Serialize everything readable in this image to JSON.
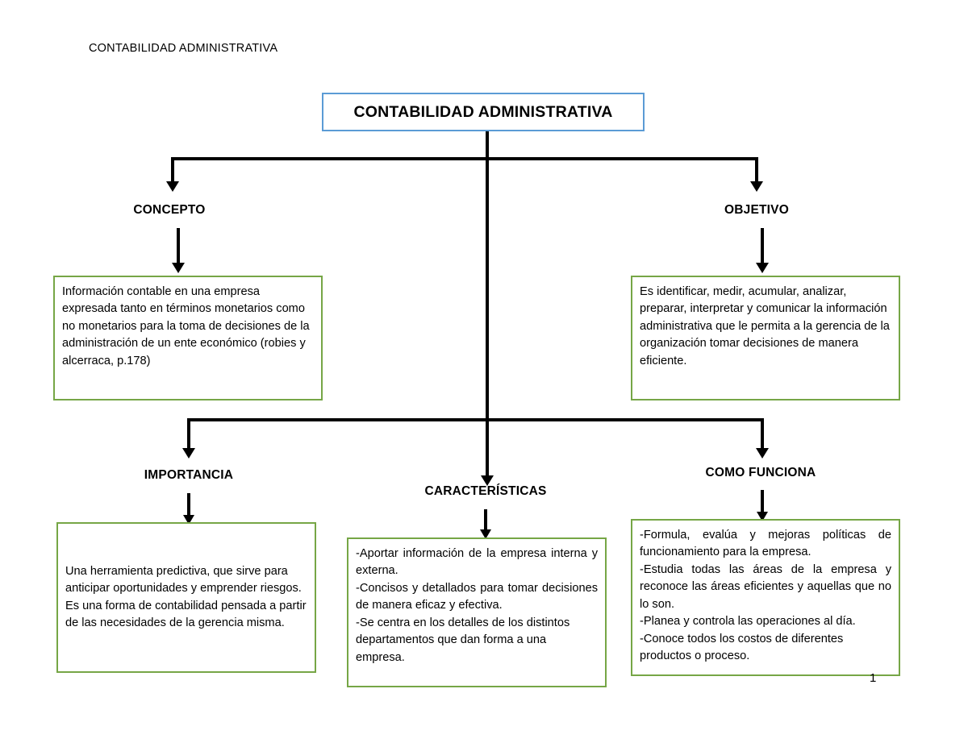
{
  "document": {
    "running_header": "CONTABILIDAD ADMINISTRATIVA",
    "page_number": "1"
  },
  "colors": {
    "root_border": "#5B9BD5",
    "box_border": "#76A646",
    "connector": "#000000",
    "background": "#FFFFFF",
    "text": "#000000"
  },
  "diagram": {
    "type": "concept-map",
    "root": {
      "label": "CONTABILIDAD ADMINISTRATIVA"
    },
    "branches": [
      {
        "key": "concepto",
        "label": "CONCEPTO",
        "body": "Información contable en una empresa expresada tanto en términos monetarios como no monetarios para la toma de decisiones de la administración de un ente económico (robies y alcerraca, p.178)"
      },
      {
        "key": "objetivo",
        "label": "OBJETIVO",
        "body": "Es identificar, medir, acumular, analizar, preparar, interpretar y comunicar la información administrativa que le permita a la gerencia de la organización tomar decisiones de manera eficiente."
      },
      {
        "key": "importancia",
        "label": "IMPORTANCIA",
        "body": "Una herramienta predictiva, que sirve para anticipar oportunidades y emprender riesgos. Es una forma de contabilidad pensada a partir de las necesidades de la gerencia misma."
      },
      {
        "key": "caracteristicas",
        "label": "CARACTERÍSTICAS",
        "lines": [
          "-Aportar información de la empresa interna y externa.",
          "-Concisos y detallados para tomar decisiones de manera eficaz y efectiva.",
          "-Se centra en los detalles de los distintos departamentos que dan forma a una empresa."
        ]
      },
      {
        "key": "como_funciona",
        "label": "COMO FUNCIONA",
        "lines": [
          "-Formula, evalúa y mejoras políticas de funcionamiento para la empresa.",
          "-Estudia todas las áreas de la empresa y reconoce las áreas eficientes y aquellas que no lo son.",
          "-Planea y controla las operaciones al día.",
          "-Conoce todos los costos de diferentes productos o proceso."
        ]
      }
    ]
  }
}
